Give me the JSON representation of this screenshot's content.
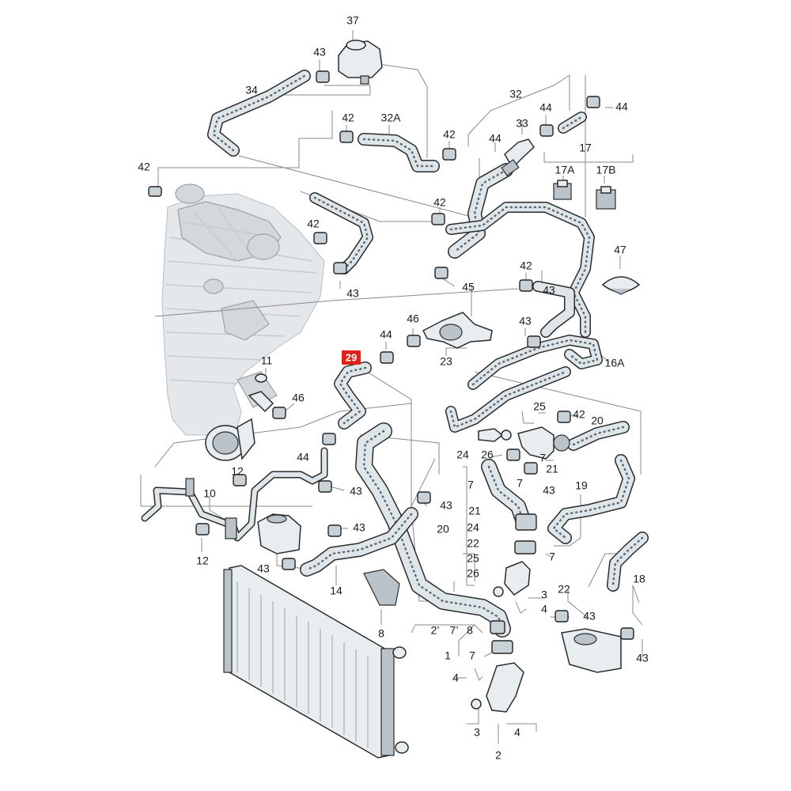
{
  "callouts": [
    {
      "id": "c37",
      "text": "37"
    },
    {
      "id": "c43a",
      "text": "43"
    },
    {
      "id": "c34",
      "text": "34"
    },
    {
      "id": "c32",
      "text": "32"
    },
    {
      "id": "c44a",
      "text": "44"
    },
    {
      "id": "c44b",
      "text": "44"
    },
    {
      "id": "c42a",
      "text": "42"
    },
    {
      "id": "c32A",
      "text": "32A"
    },
    {
      "id": "c42b",
      "text": "42"
    },
    {
      "id": "c33",
      "text": "33"
    },
    {
      "id": "c44c",
      "text": "44"
    },
    {
      "id": "c17",
      "text": "17"
    },
    {
      "id": "c42c",
      "text": "42"
    },
    {
      "id": "c17A",
      "text": "17A"
    },
    {
      "id": "c17B",
      "text": "17B"
    },
    {
      "id": "c42d",
      "text": "42"
    },
    {
      "id": "c42e",
      "text": "42"
    },
    {
      "id": "c47",
      "text": "47"
    },
    {
      "id": "c45",
      "text": "45"
    },
    {
      "id": "c42f",
      "text": "42"
    },
    {
      "id": "c43b",
      "text": "43"
    },
    {
      "id": "c43c",
      "text": "43"
    },
    {
      "id": "c46a",
      "text": "46"
    },
    {
      "id": "c44d",
      "text": "44"
    },
    {
      "id": "c43d",
      "text": "43"
    },
    {
      "id": "c23",
      "text": "23"
    },
    {
      "id": "c16A",
      "text": "16A"
    },
    {
      "id": "c11",
      "text": "11"
    },
    {
      "id": "c46b",
      "text": "46"
    },
    {
      "id": "c25",
      "text": "25"
    },
    {
      "id": "c42g",
      "text": "42"
    },
    {
      "id": "c20a",
      "text": "20"
    },
    {
      "id": "c24a",
      "text": "24"
    },
    {
      "id": "c26",
      "text": "26"
    },
    {
      "id": "c44e",
      "text": "44"
    },
    {
      "id": "c7a",
      "text": "7"
    },
    {
      "id": "c21a",
      "text": "21"
    },
    {
      "id": "c7b",
      "text": "7"
    },
    {
      "id": "c7c",
      "text": "7"
    },
    {
      "id": "c43e",
      "text": "43"
    },
    {
      "id": "c19",
      "text": "19"
    },
    {
      "id": "c12a",
      "text": "12"
    },
    {
      "id": "c43f",
      "text": "43"
    },
    {
      "id": "c10",
      "text": "10"
    },
    {
      "id": "c43g",
      "text": "43"
    },
    {
      "id": "c21b",
      "text": "21"
    },
    {
      "id": "c20b",
      "text": "20"
    },
    {
      "id": "c24b",
      "text": "24"
    },
    {
      "id": "c43h",
      "text": "43"
    },
    {
      "id": "c22a",
      "text": "22"
    },
    {
      "id": "c12b",
      "text": "12"
    },
    {
      "id": "c25b",
      "text": "25"
    },
    {
      "id": "c7d",
      "text": "7"
    },
    {
      "id": "c43i",
      "text": "43"
    },
    {
      "id": "c26b",
      "text": "26"
    },
    {
      "id": "c18",
      "text": "18"
    },
    {
      "id": "c14",
      "text": "14"
    },
    {
      "id": "c22b",
      "text": "22"
    },
    {
      "id": "c3a",
      "text": "3"
    },
    {
      "id": "c4a",
      "text": "4"
    },
    {
      "id": "c43j",
      "text": "43"
    },
    {
      "id": "c8",
      "text": "8"
    },
    {
      "id": "c2p",
      "text": "2’"
    },
    {
      "id": "c7p",
      "text": "7’"
    },
    {
      "id": "c8b",
      "text": "8"
    },
    {
      "id": "c43k",
      "text": "43"
    },
    {
      "id": "c1",
      "text": "1"
    },
    {
      "id": "c7e",
      "text": "7"
    },
    {
      "id": "c4b",
      "text": "4"
    },
    {
      "id": "c3b",
      "text": "3"
    },
    {
      "id": "c4c",
      "text": "4"
    },
    {
      "id": "c2",
      "text": "2"
    }
  ],
  "highlight": {
    "text": "29",
    "color": "#e0201a"
  }
}
